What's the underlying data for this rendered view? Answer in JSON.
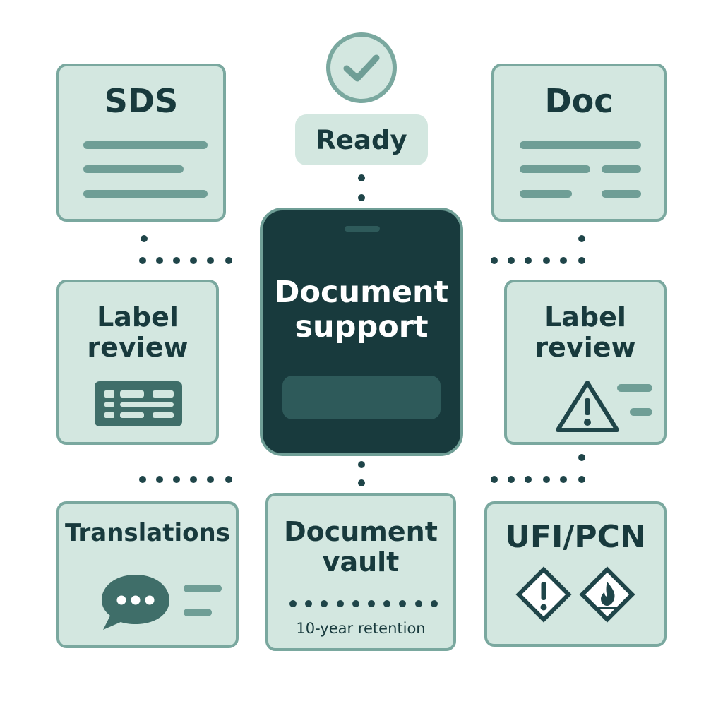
{
  "status": {
    "label": "Ready",
    "icon": "check-circle-icon"
  },
  "center": {
    "title_line1": "Document",
    "title_line2": "support"
  },
  "cards": {
    "sds": {
      "title": "SDS"
    },
    "doc": {
      "title": "Doc"
    },
    "label_review_left": {
      "title_line1": "Label",
      "title_line2": "review",
      "icon": "form-list-icon"
    },
    "label_review_right": {
      "title_line1": "Label",
      "title_line2": "review",
      "icon": "warning-triangle-icon"
    },
    "translations": {
      "title": "Translations",
      "icon": "chat-bubble-icon"
    },
    "vault": {
      "title_line1": "Document",
      "title_line2": "vault",
      "caption": "10-year retention"
    },
    "ufi_pcn": {
      "title": "UFI/PCN",
      "icons": [
        "exclamation-diamond-icon",
        "flame-diamond-icon"
      ]
    }
  },
  "colors": {
    "card_fill": "#d3e7e0",
    "card_border": "#7aa89f",
    "dark": "#183a3d",
    "accent": "#6f9e96"
  }
}
